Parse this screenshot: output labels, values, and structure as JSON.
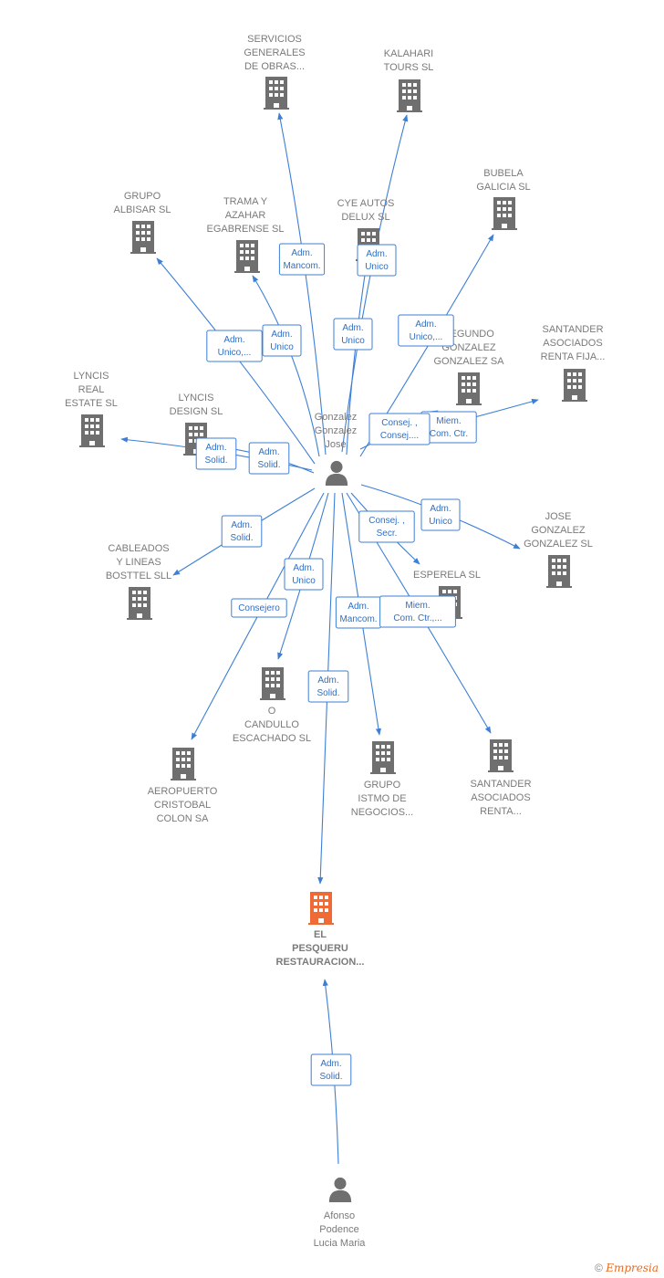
{
  "colors": {
    "edge": "#3d7fd6",
    "building": "#6f6f6f",
    "building_focus": "#f06a35",
    "person": "#6f6f6f",
    "label": "#7a7a7a"
  },
  "footer": {
    "copyright": "©",
    "brand": "Empresia"
  },
  "nodes": [
    {
      "id": "servicios",
      "type": "company",
      "icon": "building-icon",
      "lines": [
        "SERVICIOS",
        "GENERALES",
        "DE OBRAS..."
      ]
    },
    {
      "id": "kalahari",
      "type": "company",
      "icon": "building-icon",
      "lines": [
        "KALAHARI",
        "TOURS SL"
      ]
    },
    {
      "id": "bubela",
      "type": "company",
      "icon": "building-icon",
      "lines": [
        "BUBELA",
        "GALICIA SL"
      ]
    },
    {
      "id": "grupo_albisar",
      "type": "company",
      "icon": "building-icon",
      "lines": [
        "GRUPO",
        "ALBISAR SL"
      ]
    },
    {
      "id": "trama",
      "type": "company",
      "icon": "building-icon",
      "lines": [
        "TRAMA Y",
        "AZAHAR",
        "EGABRENSE SL"
      ]
    },
    {
      "id": "cye",
      "type": "company",
      "icon": "building-icon",
      "lines": [
        "CYE AUTOS",
        "DELUX SL"
      ]
    },
    {
      "id": "santander_fija",
      "type": "company",
      "icon": "building-icon",
      "lines": [
        "SANTANDER",
        "ASOCIADOS",
        "RENTA FIJA..."
      ]
    },
    {
      "id": "segundo",
      "type": "company",
      "icon": "building-icon",
      "lines": [
        "SEGUNDO",
        "GONZALEZ",
        "GONZALEZ SA"
      ]
    },
    {
      "id": "lyncis_real",
      "type": "company",
      "icon": "building-icon",
      "lines": [
        "LYNCIS",
        "REAL",
        "ESTATE SL"
      ]
    },
    {
      "id": "lyncis_design",
      "type": "company",
      "icon": "building-icon",
      "lines": [
        "LYNCIS",
        "DESIGN SL"
      ]
    },
    {
      "id": "gonzalez",
      "type": "person",
      "icon": "person-icon",
      "lines": [
        "Gonzalez",
        "Gonzalez",
        "Jose"
      ]
    },
    {
      "id": "jose_gg",
      "type": "company",
      "icon": "building-icon",
      "lines": [
        "JOSE",
        "GONZALEZ",
        "GONZALEZ SL"
      ]
    },
    {
      "id": "cableados",
      "type": "company",
      "icon": "building-icon",
      "lines": [
        "CABLEADOS",
        "Y LINEAS",
        "BOSTTEL SLL"
      ]
    },
    {
      "id": "esperela",
      "type": "company",
      "icon": "building-icon",
      "lines": [
        "ESPERELA SL"
      ]
    },
    {
      "id": "candullo",
      "type": "company",
      "icon": "building-icon",
      "lines": [
        "O",
        "CANDULLO",
        "ESCACHADO SL"
      ]
    },
    {
      "id": "aeropuerto",
      "type": "company",
      "icon": "building-icon",
      "lines": [
        "AEROPUERTO",
        "CRISTOBAL",
        "COLON SA"
      ]
    },
    {
      "id": "istmo",
      "type": "company",
      "icon": "building-icon",
      "lines": [
        "GRUPO",
        "ISTMO DE",
        "NEGOCIOS..."
      ]
    },
    {
      "id": "santander_renta",
      "type": "company",
      "icon": "building-icon",
      "lines": [
        "SANTANDER",
        "ASOCIADOS",
        "RENTA..."
      ]
    },
    {
      "id": "pesqueru",
      "type": "company",
      "focus": true,
      "icon": "building-icon",
      "lines": [
        "EL",
        "PESQUERU",
        "RESTAURACION..."
      ]
    },
    {
      "id": "afonso",
      "type": "person",
      "icon": "person-icon",
      "lines": [
        "Afonso",
        "Podence",
        "Lucia Maria"
      ]
    }
  ],
  "edges": [
    {
      "from": "gonzalez",
      "to": "servicios",
      "lines": [
        "Adm.",
        "Mancom."
      ]
    },
    {
      "from": "gonzalez",
      "to": "kalahari",
      "lines": [
        "Adm.",
        "Unico"
      ]
    },
    {
      "from": "gonzalez",
      "to": "bubela",
      "lines": [
        "Adm.",
        "Unico,..."
      ]
    },
    {
      "from": "gonzalez",
      "to": "grupo_albisar",
      "lines": [
        "Adm.",
        "Unico,..."
      ]
    },
    {
      "from": "gonzalez",
      "to": "trama",
      "lines": [
        "Adm.",
        "Unico"
      ]
    },
    {
      "from": "gonzalez",
      "to": "cye",
      "lines": [
        "Adm.",
        "Unico"
      ]
    },
    {
      "from": "gonzalez",
      "to": "santander_fija",
      "lines": [
        "Miem.",
        "Com. Ctr."
      ]
    },
    {
      "from": "gonzalez",
      "to": "segundo",
      "lines": [
        "Consej. ,",
        "Consej...."
      ]
    },
    {
      "from": "gonzalez",
      "to": "lyncis_real",
      "lines": [
        "Adm.",
        "Solid."
      ]
    },
    {
      "from": "gonzalez",
      "to": "lyncis_design",
      "lines": [
        "Adm.",
        "Solid."
      ]
    },
    {
      "from": "gonzalez",
      "to": "jose_gg",
      "lines": [
        "Adm.",
        "Unico"
      ]
    },
    {
      "from": "gonzalez",
      "to": "cableados",
      "lines": [
        "Adm.",
        "Solid."
      ]
    },
    {
      "from": "gonzalez",
      "to": "esperela",
      "lines": [
        "Consej. ,",
        "Secr."
      ]
    },
    {
      "from": "gonzalez",
      "to": "candullo",
      "lines": [
        "Adm.",
        "Unico"
      ]
    },
    {
      "from": "gonzalez",
      "to": "aeropuerto",
      "lines": [
        "Consejero"
      ]
    },
    {
      "from": "gonzalez",
      "to": "istmo",
      "lines": [
        "Adm.",
        "Mancom."
      ]
    },
    {
      "from": "gonzalez",
      "to": "santander_renta",
      "lines": [
        "Miem.",
        "Com. Ctr.,..."
      ]
    },
    {
      "from": "gonzalez",
      "to": "pesqueru",
      "lines": [
        "Adm.",
        "Solid."
      ]
    },
    {
      "from": "afonso",
      "to": "pesqueru",
      "lines": [
        "Adm.",
        "Solid."
      ]
    }
  ]
}
